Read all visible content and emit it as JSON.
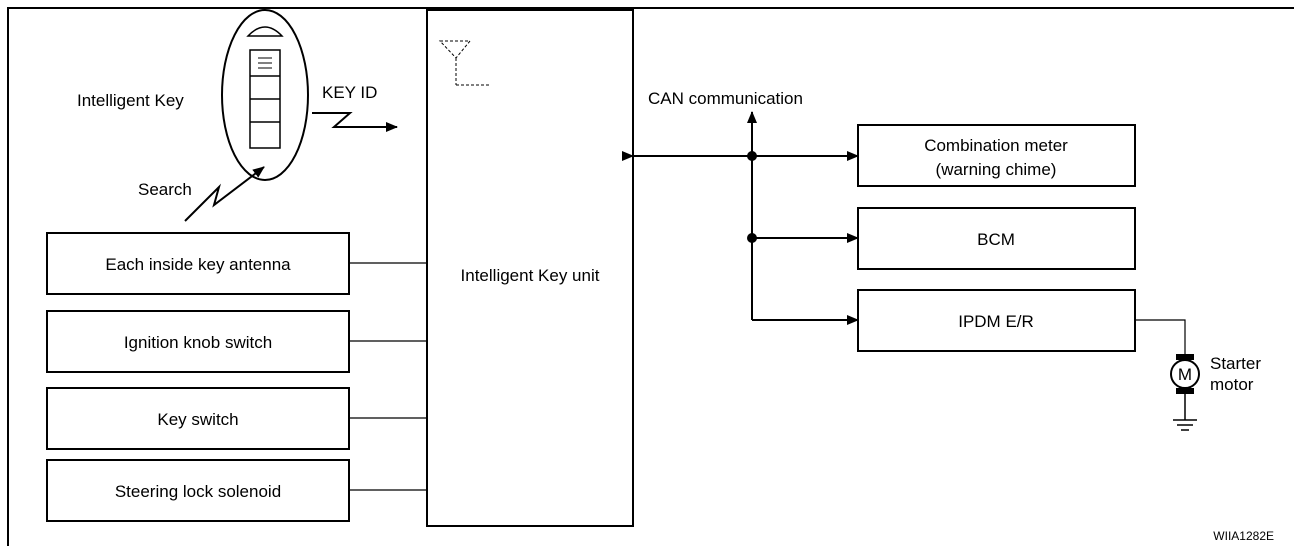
{
  "key": {
    "label": "Intelligent Key"
  },
  "signals": {
    "key_id": "KEY ID",
    "search": "Search",
    "can": "CAN communication"
  },
  "inputs": [
    {
      "label": "Each inside key antenna"
    },
    {
      "label": "Ignition knob switch"
    },
    {
      "label": "Key switch"
    },
    {
      "label": "Steering lock solenoid"
    }
  ],
  "unit": {
    "label": "Intelligent Key unit"
  },
  "outputs": [
    {
      "line1": "Combination meter",
      "line2": "(warning chime)"
    },
    {
      "label": "BCM"
    },
    {
      "label": "IPDM E/R"
    }
  ],
  "motor": {
    "symbol": "M",
    "line1": "Starter",
    "line2": "motor"
  },
  "figure_code": "WIIA1282E",
  "icons": [
    "intelligent-key-fob-icon",
    "antenna-icon",
    "motor-icon",
    "ground-icon"
  ]
}
